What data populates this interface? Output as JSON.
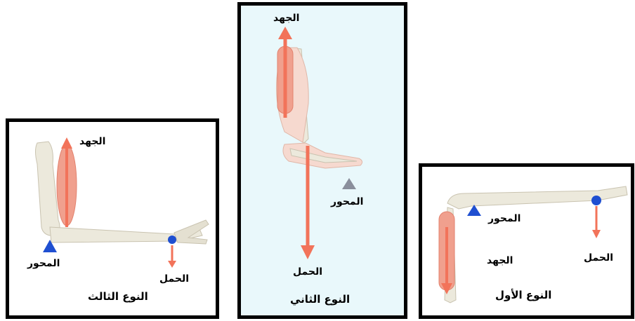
{
  "panels": {
    "third": {
      "caption": "النوع الثالث",
      "effort": "الجهد",
      "fulcrum": "المحور",
      "load": "الحمل"
    },
    "second": {
      "caption": "النوع الثاني",
      "effort": "الجهد",
      "fulcrum": "المحور",
      "load": "الحمل"
    },
    "first": {
      "caption": "النوع الأول",
      "effort": "الجهد",
      "fulcrum": "المحور",
      "load": "الحمل"
    }
  },
  "colors": {
    "arrow": "#f2735a",
    "muscle": "#f0a08e",
    "bone": "#ece9dc",
    "fulcrum_third_first": "#1f4fd1",
    "fulcrum_second": "#8a8f9c",
    "load_marker": "#1f4fd1",
    "second_bg": "#e9f8fb"
  }
}
